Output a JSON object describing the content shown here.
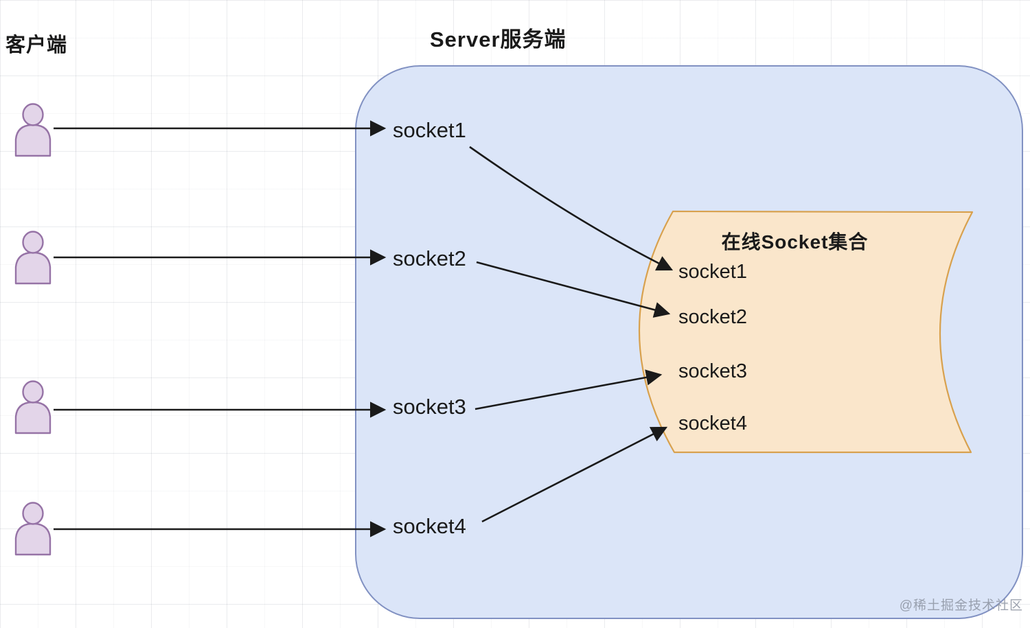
{
  "diagram": {
    "client": {
      "title": "客户端",
      "user_icon": "person-icon",
      "user_count": 4
    },
    "server": {
      "title": "Server服务端",
      "sockets": [
        "socket1",
        "socket2",
        "socket3",
        "socket4"
      ]
    },
    "collection": {
      "title": "在线Socket集合",
      "sockets": [
        "socket1",
        "socket2",
        "socket3",
        "socket4"
      ]
    },
    "watermark": "@稀土掘金技术社区"
  },
  "colors": {
    "server_fill": "#dbe5f8",
    "server_stroke": "#8191c2",
    "collection_fill": "#fae6cb",
    "collection_stroke": "#d8a14e",
    "user_fill": "#e3d5e9",
    "user_stroke": "#9673a6",
    "connector": "#1a1a1a"
  }
}
